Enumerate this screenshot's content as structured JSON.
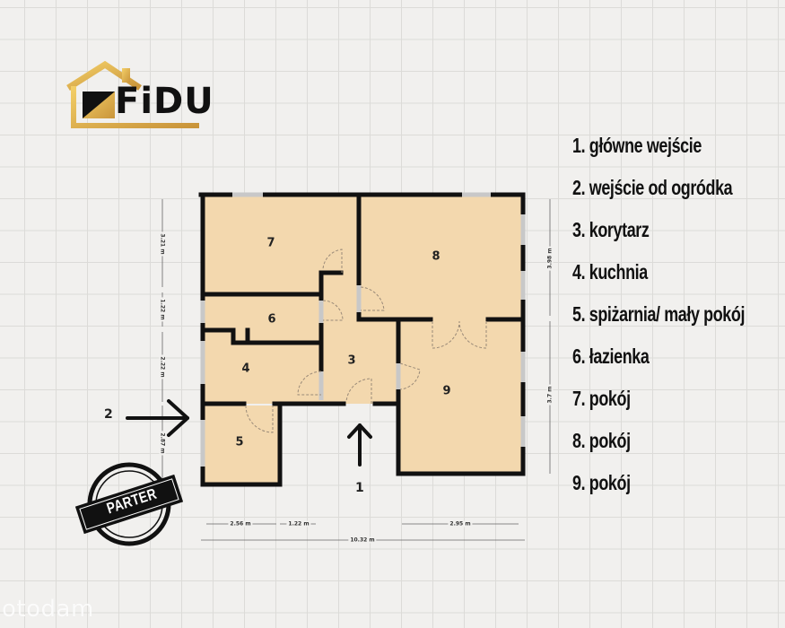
{
  "logo": {
    "text": "FiDU"
  },
  "floor_label": "PARTER",
  "watermark": "otodam",
  "legend": {
    "items": [
      {
        "label": "1. główne wejście"
      },
      {
        "label": "2. wejście od ogródka"
      },
      {
        "label": "3. korytarz"
      },
      {
        "label": "4. kuchnia"
      },
      {
        "label": "5. spiżarnia/ mały pokój"
      },
      {
        "label": "6. łazienka"
      },
      {
        "label": "7. pokój"
      },
      {
        "label": "8. pokój"
      },
      {
        "label": "9. pokój"
      }
    ]
  },
  "rooms": [
    {
      "number": "3"
    },
    {
      "number": "4"
    },
    {
      "number": "5"
    },
    {
      "number": "6"
    },
    {
      "number": "7"
    },
    {
      "number": "8"
    },
    {
      "number": "9"
    }
  ],
  "entrances": [
    {
      "number": "1"
    },
    {
      "number": "2"
    }
  ],
  "dimensions": {
    "bottom": [
      "2.56 m",
      "1.22 m",
      "2.95 m",
      "10.32 m"
    ],
    "left": [
      "3.21 m",
      "1.22 m",
      "2.22 m",
      "2.87 m"
    ],
    "right": [
      "3.98 m",
      "3.7 m"
    ]
  },
  "colors": {
    "room_fill": "#f3d8ae",
    "wall": "#111111",
    "logo_gold": "#e8b94a",
    "background": "#f1f0ee"
  }
}
